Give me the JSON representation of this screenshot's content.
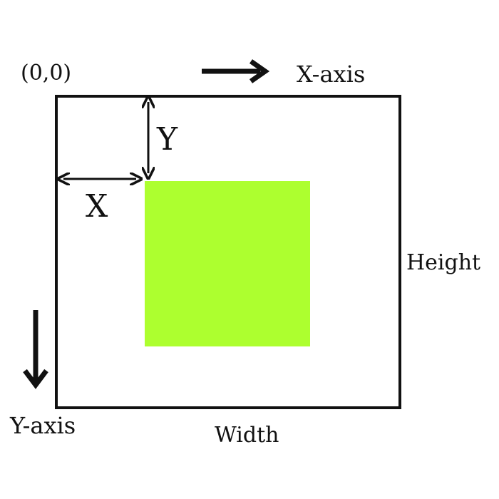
{
  "labels": {
    "origin": "(0,0)",
    "x_axis": "X-axis",
    "y_axis": "Y-axis",
    "x_offset": "X",
    "y_offset": "Y",
    "width": "Width",
    "height": "Height"
  },
  "colors": {
    "background": "#ffffff",
    "outline": "#111111",
    "inner_rect": "#adff2f"
  }
}
